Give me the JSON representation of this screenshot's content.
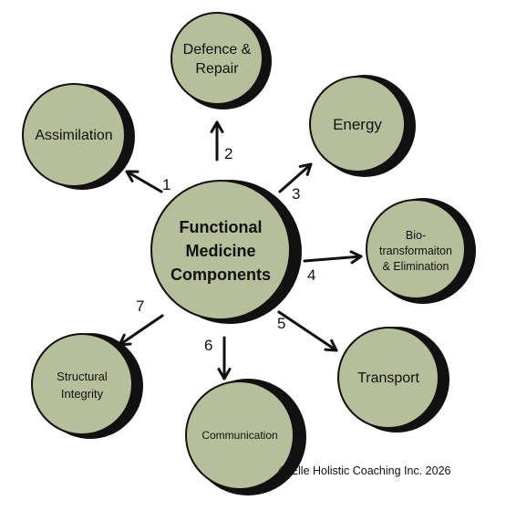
{
  "colors": {
    "circle_fill": "#b7bf9a",
    "circle_shadow": "#111111",
    "outline": "#111111",
    "arrow": "#111111",
    "text": "#111111"
  },
  "center": {
    "lines": [
      "Functional",
      "Medicine",
      "Components"
    ]
  },
  "nodes": [
    {
      "id": "defence-repair",
      "lines": [
        "Defence &",
        "Repair"
      ]
    },
    {
      "id": "energy",
      "lines": [
        "Energy"
      ]
    },
    {
      "id": "assimilation",
      "lines": [
        "Assimilation"
      ]
    },
    {
      "id": "biotransformation",
      "lines": [
        "Bio-",
        "transformaiton",
        "& Elimination"
      ]
    },
    {
      "id": "transport",
      "lines": [
        "Transport"
      ]
    },
    {
      "id": "communication",
      "lines": [
        "Communication"
      ]
    },
    {
      "id": "structural-integrity",
      "lines": [
        "Structural",
        "Integrity"
      ]
    }
  ],
  "arrow_numbers": [
    "1",
    "2",
    "3",
    "4",
    "5",
    "6",
    "7"
  ],
  "copyright": "© Elle Holistic Coaching Inc. 2026"
}
